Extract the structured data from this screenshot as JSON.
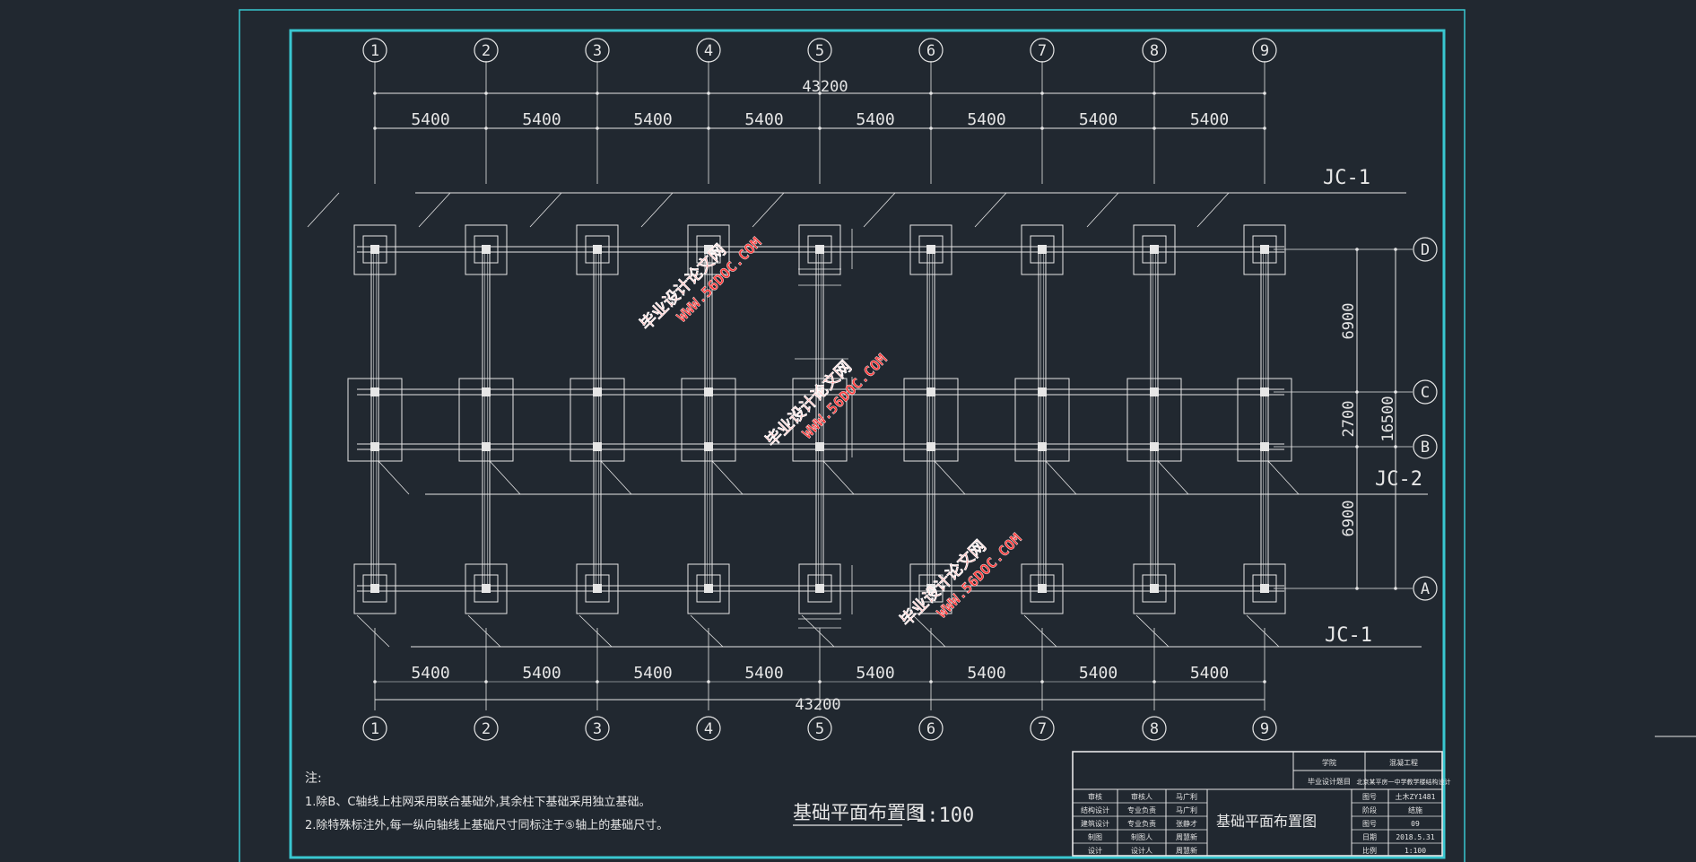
{
  "colors": {
    "background": "#212830",
    "frame": "#39c7d0",
    "line": "#e6e6e6",
    "watermark": "#ff3b3b"
  },
  "axes": {
    "vertical": [
      "1",
      "2",
      "3",
      "4",
      "5",
      "6",
      "7",
      "8",
      "9"
    ],
    "horizontal": [
      "D",
      "C",
      "B",
      "A"
    ]
  },
  "dimensions": {
    "total": "43200",
    "bays": [
      "5400",
      "5400",
      "5400",
      "5400",
      "5400",
      "5400",
      "5400",
      "5400"
    ],
    "right": [
      "6900",
      "2700",
      "6900"
    ],
    "right_total": "16500"
  },
  "labels": {
    "jc1_top": "JC-1",
    "jc2": "JC-2",
    "jc1_bottom": "JC-1"
  },
  "drawing": {
    "title": "基础平面布置图",
    "scale": "1:100"
  },
  "notes": {
    "heading": "注:",
    "line1": "1.除B、C轴线上柱网采用联合基础外,其余柱下基础采用独立基础。",
    "line2": "2.除特殊标注外,每一纵向轴线上基础尺寸同标注于⑤轴上的基础尺寸。"
  },
  "title_block": {
    "top_left": "学院",
    "top_right": "混凝工程",
    "row2_left": "毕业设计题目",
    "row2_right": "北京某平房一中学教学楼结构设计",
    "roles": [
      "审核",
      "结构设计",
      "建筑设计",
      "制图",
      "设计"
    ],
    "duties": [
      "审核人",
      "专业负责",
      "专业负责",
      "制图人",
      "设计人"
    ],
    "signers": [
      "马广利",
      "马广利",
      "张静才",
      "周慧新",
      "周慧新"
    ],
    "drawing_name": "基础平面布置图",
    "meta_labels": [
      "图号",
      "阶段",
      "图号",
      "日期",
      "比例"
    ],
    "meta_values": [
      "土木ZY1481",
      "结施",
      "09",
      "2018.5.31",
      "1:100"
    ]
  },
  "watermark": {
    "cn": "毕业设计论文网",
    "url": "WWW.56DOC.COM"
  }
}
